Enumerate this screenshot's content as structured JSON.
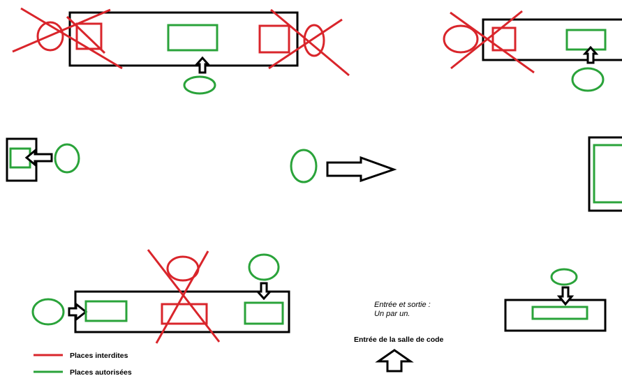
{
  "colors": {
    "forbidden": "#d9252b",
    "allowed": "#2aa33a",
    "outline": "#000000",
    "background": "#ffffff"
  },
  "annotation": {
    "line1": "Entrée et sortie :",
    "line2": "Un par un."
  },
  "entrance": {
    "label": "Entrée de la salle de code"
  },
  "legend": {
    "items": [
      {
        "label": "Places interdites",
        "color": "#d9252b"
      },
      {
        "label": "Places autorisées",
        "color": "#2aa33a"
      }
    ]
  },
  "icons": [
    "arrow-up-icon",
    "arrow-right-icon",
    "arrow-down-icon",
    "arrow-left-icon",
    "cross-icon"
  ]
}
